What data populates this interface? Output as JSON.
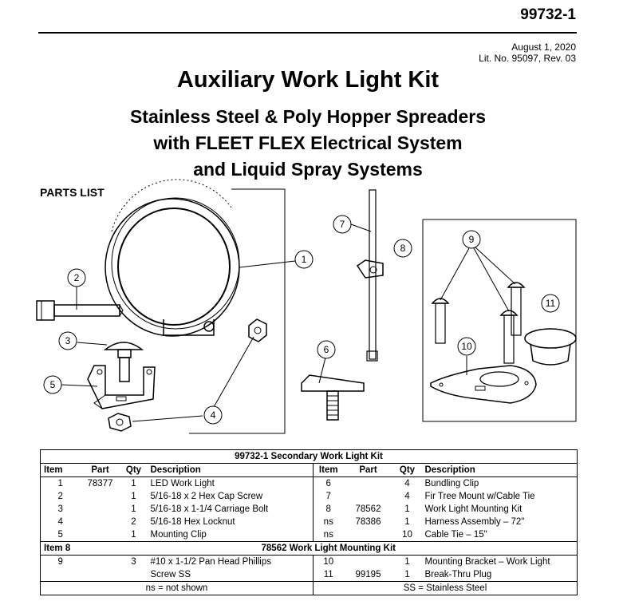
{
  "header": {
    "doc_number": "99732-1",
    "date": "August 1, 2020",
    "lit_no": "Lit. No. 95097, Rev. 03"
  },
  "title": "Auxiliary Work Light Kit",
  "subtitle_lines": [
    "Stainless Steel & Poly Hopper Spreaders",
    "with FLEET FLEX Electrical System",
    "and Liquid Spray Systems"
  ],
  "parts_list_heading": "PARTS LIST",
  "callouts": [
    "1",
    "2",
    "3",
    "4",
    "5",
    "6",
    "7",
    "8",
    "9",
    "10",
    "11"
  ],
  "table": {
    "title": "99732-1  Secondary Work Light Kit",
    "headers": [
      "Item",
      "Part",
      "Qty",
      "Description",
      "Item",
      "Part",
      "Qty",
      "Description"
    ],
    "rows": [
      [
        "1",
        "78377",
        "1",
        "LED Work Light",
        "6",
        "",
        "4",
        "Bundling Clip"
      ],
      [
        "2",
        "",
        "1",
        "5/16-18 x 2 Hex Cap Screw",
        "7",
        "",
        "4",
        "Fir Tree Mount w/Cable Tie"
      ],
      [
        "3",
        "",
        "1",
        "5/16-18 x 1-1/4 Carriage Bolt",
        "8",
        "78562",
        "1",
        "Work Light Mounting Kit"
      ],
      [
        "4",
        "",
        "2",
        "5/16-18 Hex Locknut",
        "ns",
        "78386",
        "1",
        "Harness Assembly – 72\""
      ],
      [
        "5",
        "",
        "1",
        "Mounting Clip",
        "ns",
        "",
        "10",
        "Cable Tie – 15\""
      ]
    ],
    "sub_label": "Item 8",
    "sub_title": "78562  Work Light Mounting Kit",
    "sub_rows": [
      [
        "9",
        "",
        "3",
        "#10 x 1-1/2 Pan Head Phillips",
        "10",
        "",
        "1",
        "Mounting Bracket – Work Light"
      ],
      [
        "",
        "",
        "",
        "Screw SS",
        "11",
        "99195",
        "1",
        "Break-Thru Plug"
      ]
    ],
    "footer_left": "ns = not shown",
    "footer_right": "SS = Stainless Steel"
  }
}
